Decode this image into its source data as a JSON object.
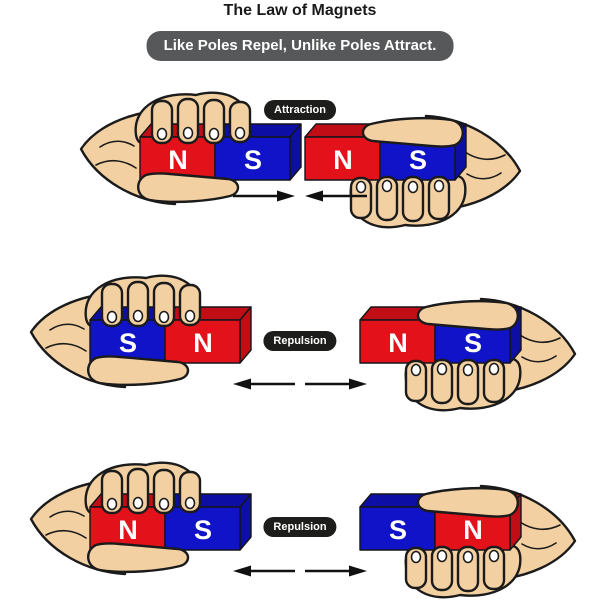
{
  "title": "The Law of Magnets",
  "subtitle": "Like Poles Repel, Unlike Poles Attract.",
  "colors": {
    "red": "#e3111a",
    "red_shade": "#c10e16",
    "blue": "#1113c8",
    "blue_shade": "#0d0fa4",
    "skin": "#f3d0a1",
    "outline": "#1b1b1b",
    "badge_bg": "#1d1d1b",
    "subtitle_bg": "#57585a",
    "arrow": "#111111"
  },
  "rows": [
    {
      "label": "Attraction",
      "arrows": "converging",
      "left_magnet": {
        "halves": [
          {
            "pole": "N",
            "hex": "#e3111a",
            "hex_top": "#c10e16"
          },
          {
            "pole": "S",
            "hex": "#1113c8",
            "hex_top": "#0d0fa4"
          }
        ]
      },
      "right_magnet": {
        "halves": [
          {
            "pole": "N",
            "hex": "#e3111a",
            "hex_top": "#c10e16"
          },
          {
            "pole": "S",
            "hex": "#1113c8",
            "hex_top": "#0d0fa4"
          }
        ]
      }
    },
    {
      "label": "Repulsion",
      "arrows": "diverging",
      "left_magnet": {
        "halves": [
          {
            "pole": "S",
            "hex": "#1113c8",
            "hex_top": "#0d0fa4"
          },
          {
            "pole": "N",
            "hex": "#e3111a",
            "hex_top": "#c10e16"
          }
        ]
      },
      "right_magnet": {
        "halves": [
          {
            "pole": "N",
            "hex": "#e3111a",
            "hex_top": "#c10e16"
          },
          {
            "pole": "S",
            "hex": "#1113c8",
            "hex_top": "#0d0fa4"
          }
        ]
      }
    },
    {
      "label": "Repulsion",
      "arrows": "diverging",
      "left_magnet": {
        "halves": [
          {
            "pole": "N",
            "hex": "#e3111a",
            "hex_top": "#c10e16"
          },
          {
            "pole": "S",
            "hex": "#1113c8",
            "hex_top": "#0d0fa4"
          }
        ]
      },
      "right_magnet": {
        "halves": [
          {
            "pole": "S",
            "hex": "#1113c8",
            "hex_top": "#0d0fa4"
          },
          {
            "pole": "N",
            "hex": "#e3111a",
            "hex_top": "#c10e16"
          }
        ]
      }
    }
  ]
}
